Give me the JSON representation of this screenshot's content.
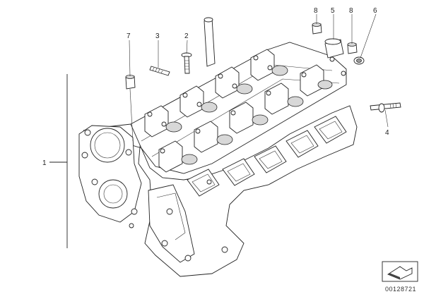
{
  "callouts": {
    "c1": "1",
    "c2": "2",
    "c3": "3",
    "c4": "4",
    "c5": "5",
    "c6": "6",
    "c7": "7",
    "c8a": "8",
    "c8b": "8"
  },
  "reference_number": "00128721",
  "icons": {
    "nav_arrow": "arrow-panel-icon"
  }
}
